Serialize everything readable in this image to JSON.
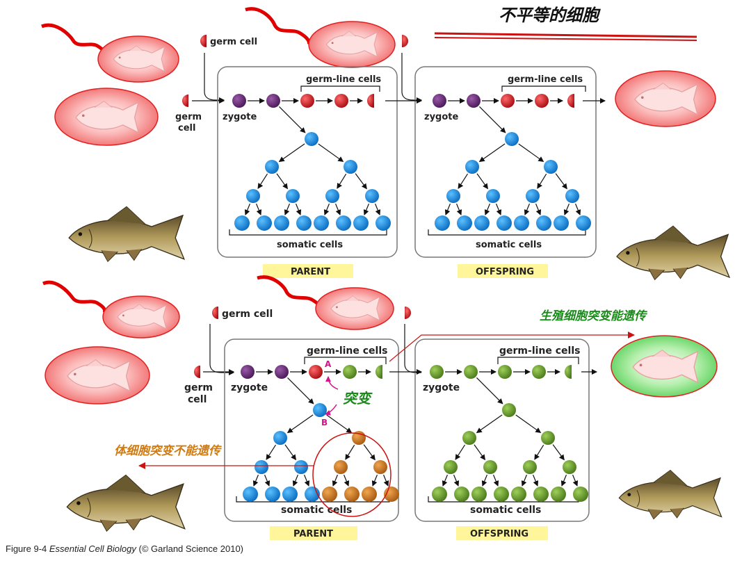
{
  "title": "不平等的细胞",
  "labels": {
    "germ_cell": "germ cell",
    "germ": "germ",
    "cell": "cell",
    "zygote": "zygote",
    "germ_line_cells": "germ-line cells",
    "somatic_cells": "somatic cells",
    "parent": "PARENT",
    "offspring": "OFFSPRING",
    "mutation_a": "A",
    "mutation_b": "B"
  },
  "annotations": {
    "mutation": "突变",
    "germline_heritable": "生殖细胞突变能遗传",
    "somatic_not_heritable": "体细胞突变不能遗传"
  },
  "caption": {
    "prefix": "Figure 9-4",
    "book": "Essential Cell Biology",
    "suffix": "(© Garland Science 2010)"
  },
  "colors": {
    "zygote": "#6a2c7a",
    "germ": "#c8161d",
    "somatic": "#1a8fe0",
    "mutant_germ": "#6a9a2a",
    "mutant_somatic": "#d07a20",
    "tag_bg": "#fff59a",
    "mutation_arrow": "#d4148a",
    "red_line": "#cc1111"
  }
}
